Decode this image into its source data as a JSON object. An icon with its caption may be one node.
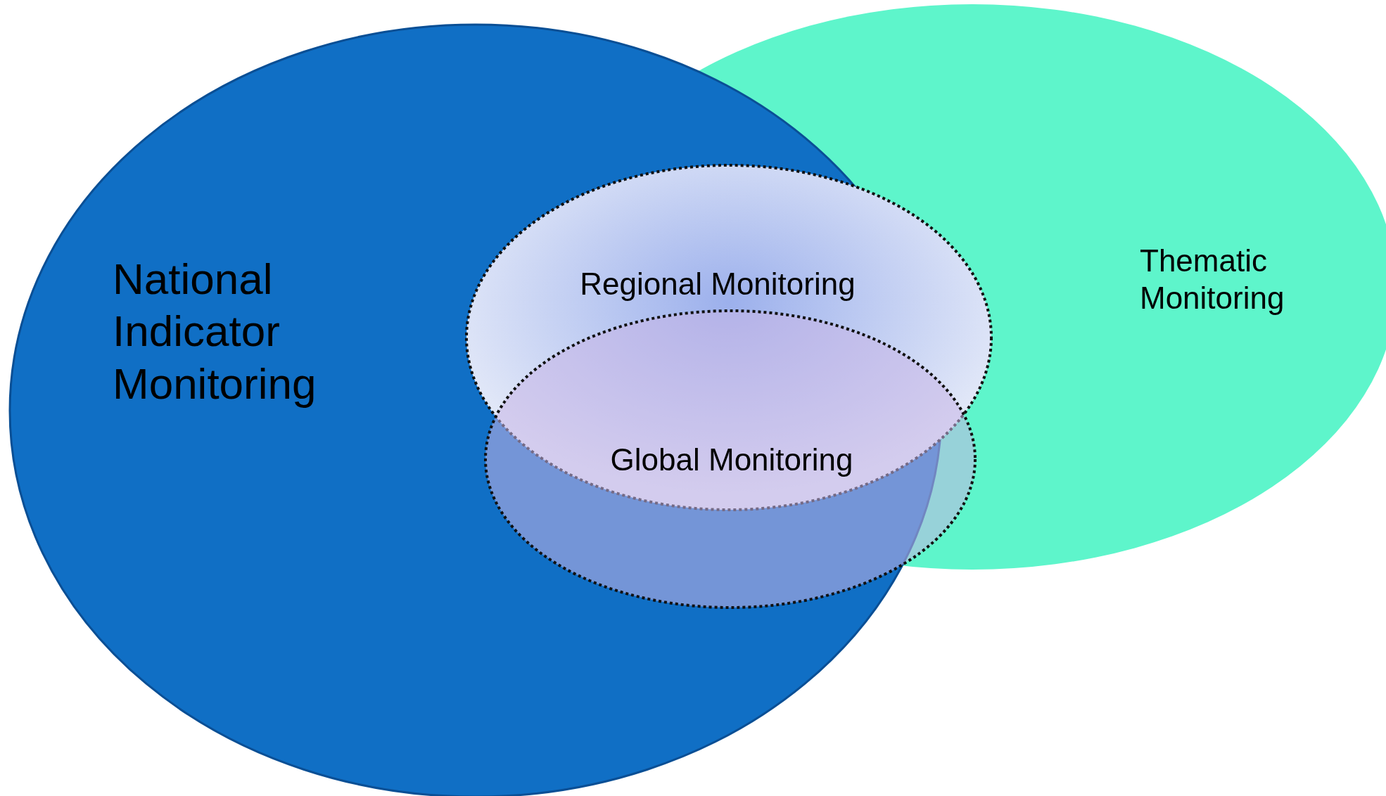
{
  "diagram": {
    "nodes": [
      {
        "text": [
          "National Indicator Monitoring"
        ]
      },
      {
        "text": [
          "Thematic Monitoring"
        ]
      },
      {
        "text": [
          "Regional Monitoring"
        ]
      },
      {
        "text": [
          "Global Monitoring"
        ]
      }
    ]
  }
}
